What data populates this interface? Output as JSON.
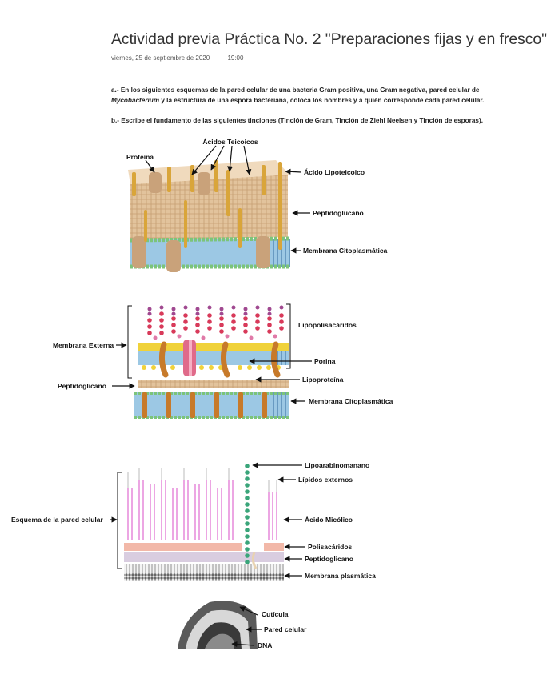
{
  "doc": {
    "title": "Actividad previa Práctica No. 2 \"Preparaciones fijas y en fresco\"",
    "date": "viernes, 25 de septiembre de 2020",
    "time": "19:00",
    "para_a_prefix": "a.- En los siguientes esquemas de la pared celular de una bacteria Gram positiva, una Gram negativa, pared celular de",
    "para_a_italic": "Mycobacterium",
    "para_a_suffix": "y la estructura de una espora bacteriana, coloca los nombres y a quién corresponde cada pared celular.",
    "para_b": "b.- Escribe el fundamento de las siguientes tinciones (Tinción de Gram, Tinción de Ziehl Neelsen y Tinción de esporas)."
  },
  "gram_positive": {
    "labels": {
      "acidos_teicoicos": "Ácidos Teicoicos",
      "proteina": "Proteína",
      "acido_lipoteicoico": "Ácido Lipoteicoico",
      "peptidoglucano": "Peptidoglucano",
      "membrana": "Membrana Citoplasmática"
    }
  },
  "gram_negative": {
    "labels": {
      "lipopolisacaridos": "Lipopolisacáridos",
      "membrana_externa": "Membrana Externa",
      "porina": "Porina",
      "lipoproteina": "Lipoproteína",
      "peptidoglicano": "Peptidoglicano",
      "membrana": "Membrana Citoplasmática"
    }
  },
  "mycobacterium": {
    "labels": {
      "lipoarabinomanano": "Lipoarabinomanano",
      "lipidos_externos": "Lípidos externos",
      "esquema": "Esquema de la pared celular",
      "acido_micolico": "Ácido Micólico",
      "polisacaridos": "Polisacáridos",
      "peptidoglicano": "Peptidoglicano",
      "membrana": "Membrana plasmática"
    }
  },
  "spore": {
    "labels": {
      "cuticula": "Cutícula",
      "pared": "Pared celular",
      "dna": "DNA"
    }
  },
  "colors": {
    "peptidoglycan": "#d8b48c",
    "membrane": "#7fb5d8",
    "lipid_head": "#7cc47a",
    "teichoic": "#d9a53a",
    "protein": "#c9a27a",
    "lps_red": "#d83a5a",
    "lps_pink": "#e07aa8",
    "lps_purple": "#a04890",
    "yellow": "#f0d23a",
    "mycolic": "#e06ad0",
    "lam_green": "#3aa57a"
  }
}
